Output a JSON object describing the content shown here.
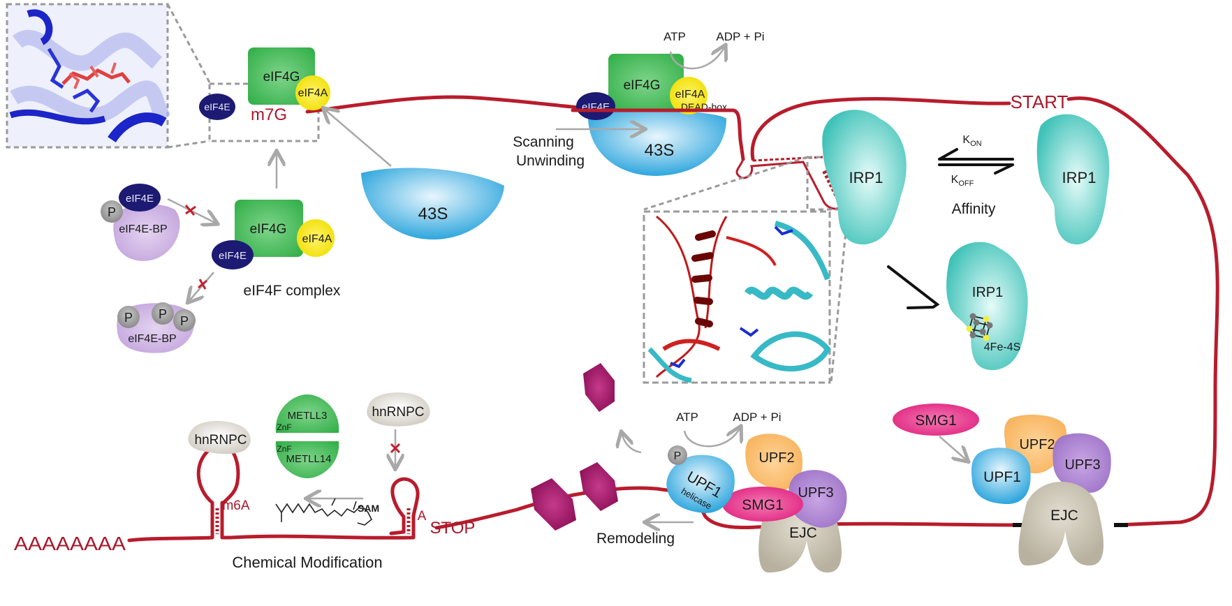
{
  "diagram": {
    "cap_binding": {
      "eIF4G": "eIF4G",
      "eIF4A": "eIF4A",
      "eIF4E": "eIF4E",
      "m7G": "m7G"
    },
    "eif4f": {
      "eIF4G": "eIF4G",
      "eIF4A": "eIF4A",
      "eIF4E": "eIF4E",
      "caption": "eIF4F complex"
    },
    "bp_bound": {
      "eIF4E": "eIF4E",
      "phospho": "P",
      "bp": "eIF4E-BP"
    },
    "bp_hyper": {
      "phospho": [
        "P",
        "P",
        "P"
      ],
      "bp": "eIF4E-BP"
    },
    "ribosome_free": {
      "label": "43S"
    },
    "scanning": {
      "atp": "ATP",
      "adp": "ADP + Pi",
      "eIF4G": "eIF4G",
      "eIF4A": "eIF4A",
      "dead_box": "DEAD-box",
      "eIF4E": "eIF4E",
      "ribosome": "43S",
      "caption_line1": "Scanning",
      "caption_line2": "Unwinding"
    },
    "irp": {
      "bound": "IRP1",
      "free": "IRP1",
      "kon": "K",
      "kon_sub": "ON",
      "koff": "K",
      "koff_sub": "OFF",
      "affinity": "Affinity",
      "cluster_protein": "IRP1",
      "cluster": "4Fe-4S"
    },
    "mrna": {
      "start": "START",
      "stop": "STOP",
      "polyA": "AAAAAAAA"
    },
    "modification": {
      "hnrnpc_bound": "hnRNPC",
      "hnrnpc_free": "hnRNPC",
      "metll3": "METLL3",
      "znf_top": "ZnF",
      "znf_bottom": "ZnF",
      "metll14": "METLL14",
      "sam": "SAM",
      "m6a": "m6A",
      "a": "A",
      "caption": "Chemical Modification"
    },
    "nmd": {
      "atp": "ATP",
      "adp": "ADP + Pi",
      "phospho": "P",
      "upf1": "UPF1",
      "helicase": "helicase",
      "upf2": "UPF2",
      "upf3": "UPF3",
      "smg1": "SMG1",
      "ejc": "EJC",
      "caption": "Remodeling"
    },
    "nmd_assembly": {
      "smg1": "SMG1",
      "upf1": "UPF1",
      "upf2": "UPF2",
      "upf3": "UPF3",
      "ejc": "EJC"
    }
  }
}
